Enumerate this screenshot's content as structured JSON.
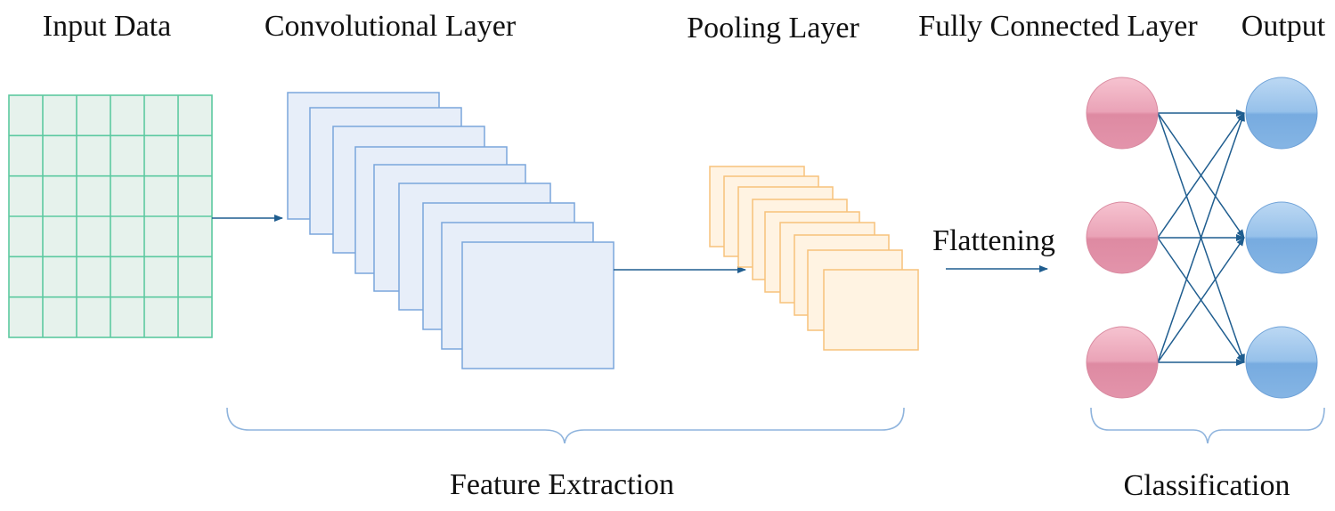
{
  "labels": {
    "input_data": "Input Data",
    "convolutional_layer": "Convolutional Layer",
    "pooling_layer": "Pooling Layer",
    "fully_connected_layer": "Fully Connected Layer",
    "output": "Output",
    "flattening": "Flattening",
    "feature_extraction": "Feature Extraction",
    "classification": "Classification"
  },
  "input_grid": {
    "rows": 6,
    "cols": 6
  },
  "conv_map_count": 9,
  "pool_map_count": 9,
  "fc_node_count": 3,
  "output_node_count": 3,
  "colors": {
    "grid_fill": "#e6f2ec",
    "grid_stroke": "#5cc9a0",
    "conv_fill": "#e7eef9",
    "conv_stroke": "#7aa6dc",
    "pool_fill": "#fff3e2",
    "pool_stroke": "#f7c27b",
    "arrow": "#1f5d8f",
    "brace": "#8fb4dd",
    "fc_node": "#e48ea7",
    "output_node": "#7fb1e1"
  }
}
